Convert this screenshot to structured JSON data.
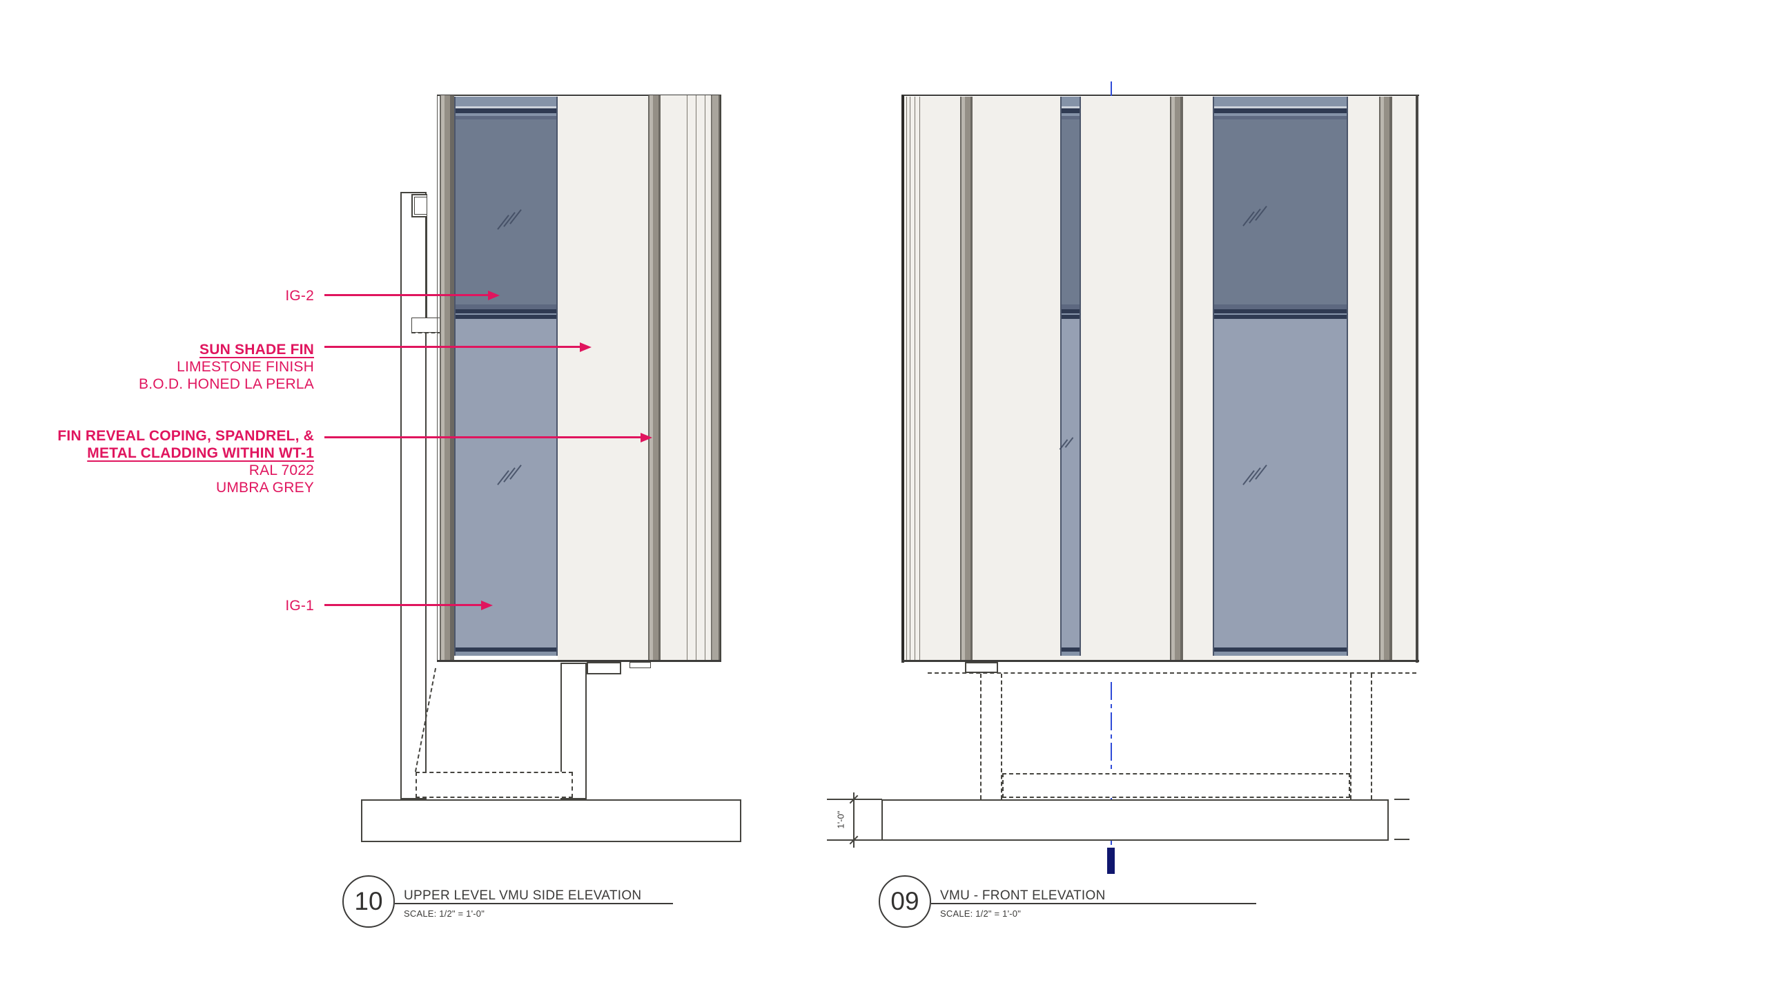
{
  "sheet": {
    "background": "#FFFFFF",
    "line_color": "#3F3E3C",
    "accent_color": "#E0155E",
    "centerline_color": "#2F4BD7",
    "centerline_bar_color": "#10166E"
  },
  "materials": {
    "panel_offwhite": "#F2F0EC",
    "glass_upper_ig2": "#6F7B8F",
    "glass_lower_ig1": "#96A0B3",
    "glass_top_band": "#8593A8",
    "glass_stripe": "#2F3A52",
    "mullion_grey": "#948F86"
  },
  "annotations": {
    "ig2": {
      "label": "IG-2"
    },
    "sun_shade_fin": {
      "title": "SUN SHADE FIN",
      "desc1": "LIMESTONE FINISH",
      "desc2": "B.O.D. HONED LA PERLA"
    },
    "fin_reveal": {
      "title1": "FIN REVEAL COPING, SPANDREL, &",
      "title2": "METAL CLADDING WITHIN WT-1",
      "desc1": "RAL 7022",
      "desc2": "UMBRA GREY"
    },
    "ig1": {
      "label": "IG-1"
    }
  },
  "views": [
    {
      "number": "10",
      "title": "UPPER LEVEL VMU SIDE ELEVATION",
      "scale": "SCALE:  1/2\" = 1'-0\""
    },
    {
      "number": "09",
      "title": "VMU - FRONT ELEVATION",
      "scale": "SCALE:  1/2\" = 1'-0\""
    }
  ],
  "dimensions": {
    "plinth_height": "1'-0\""
  }
}
